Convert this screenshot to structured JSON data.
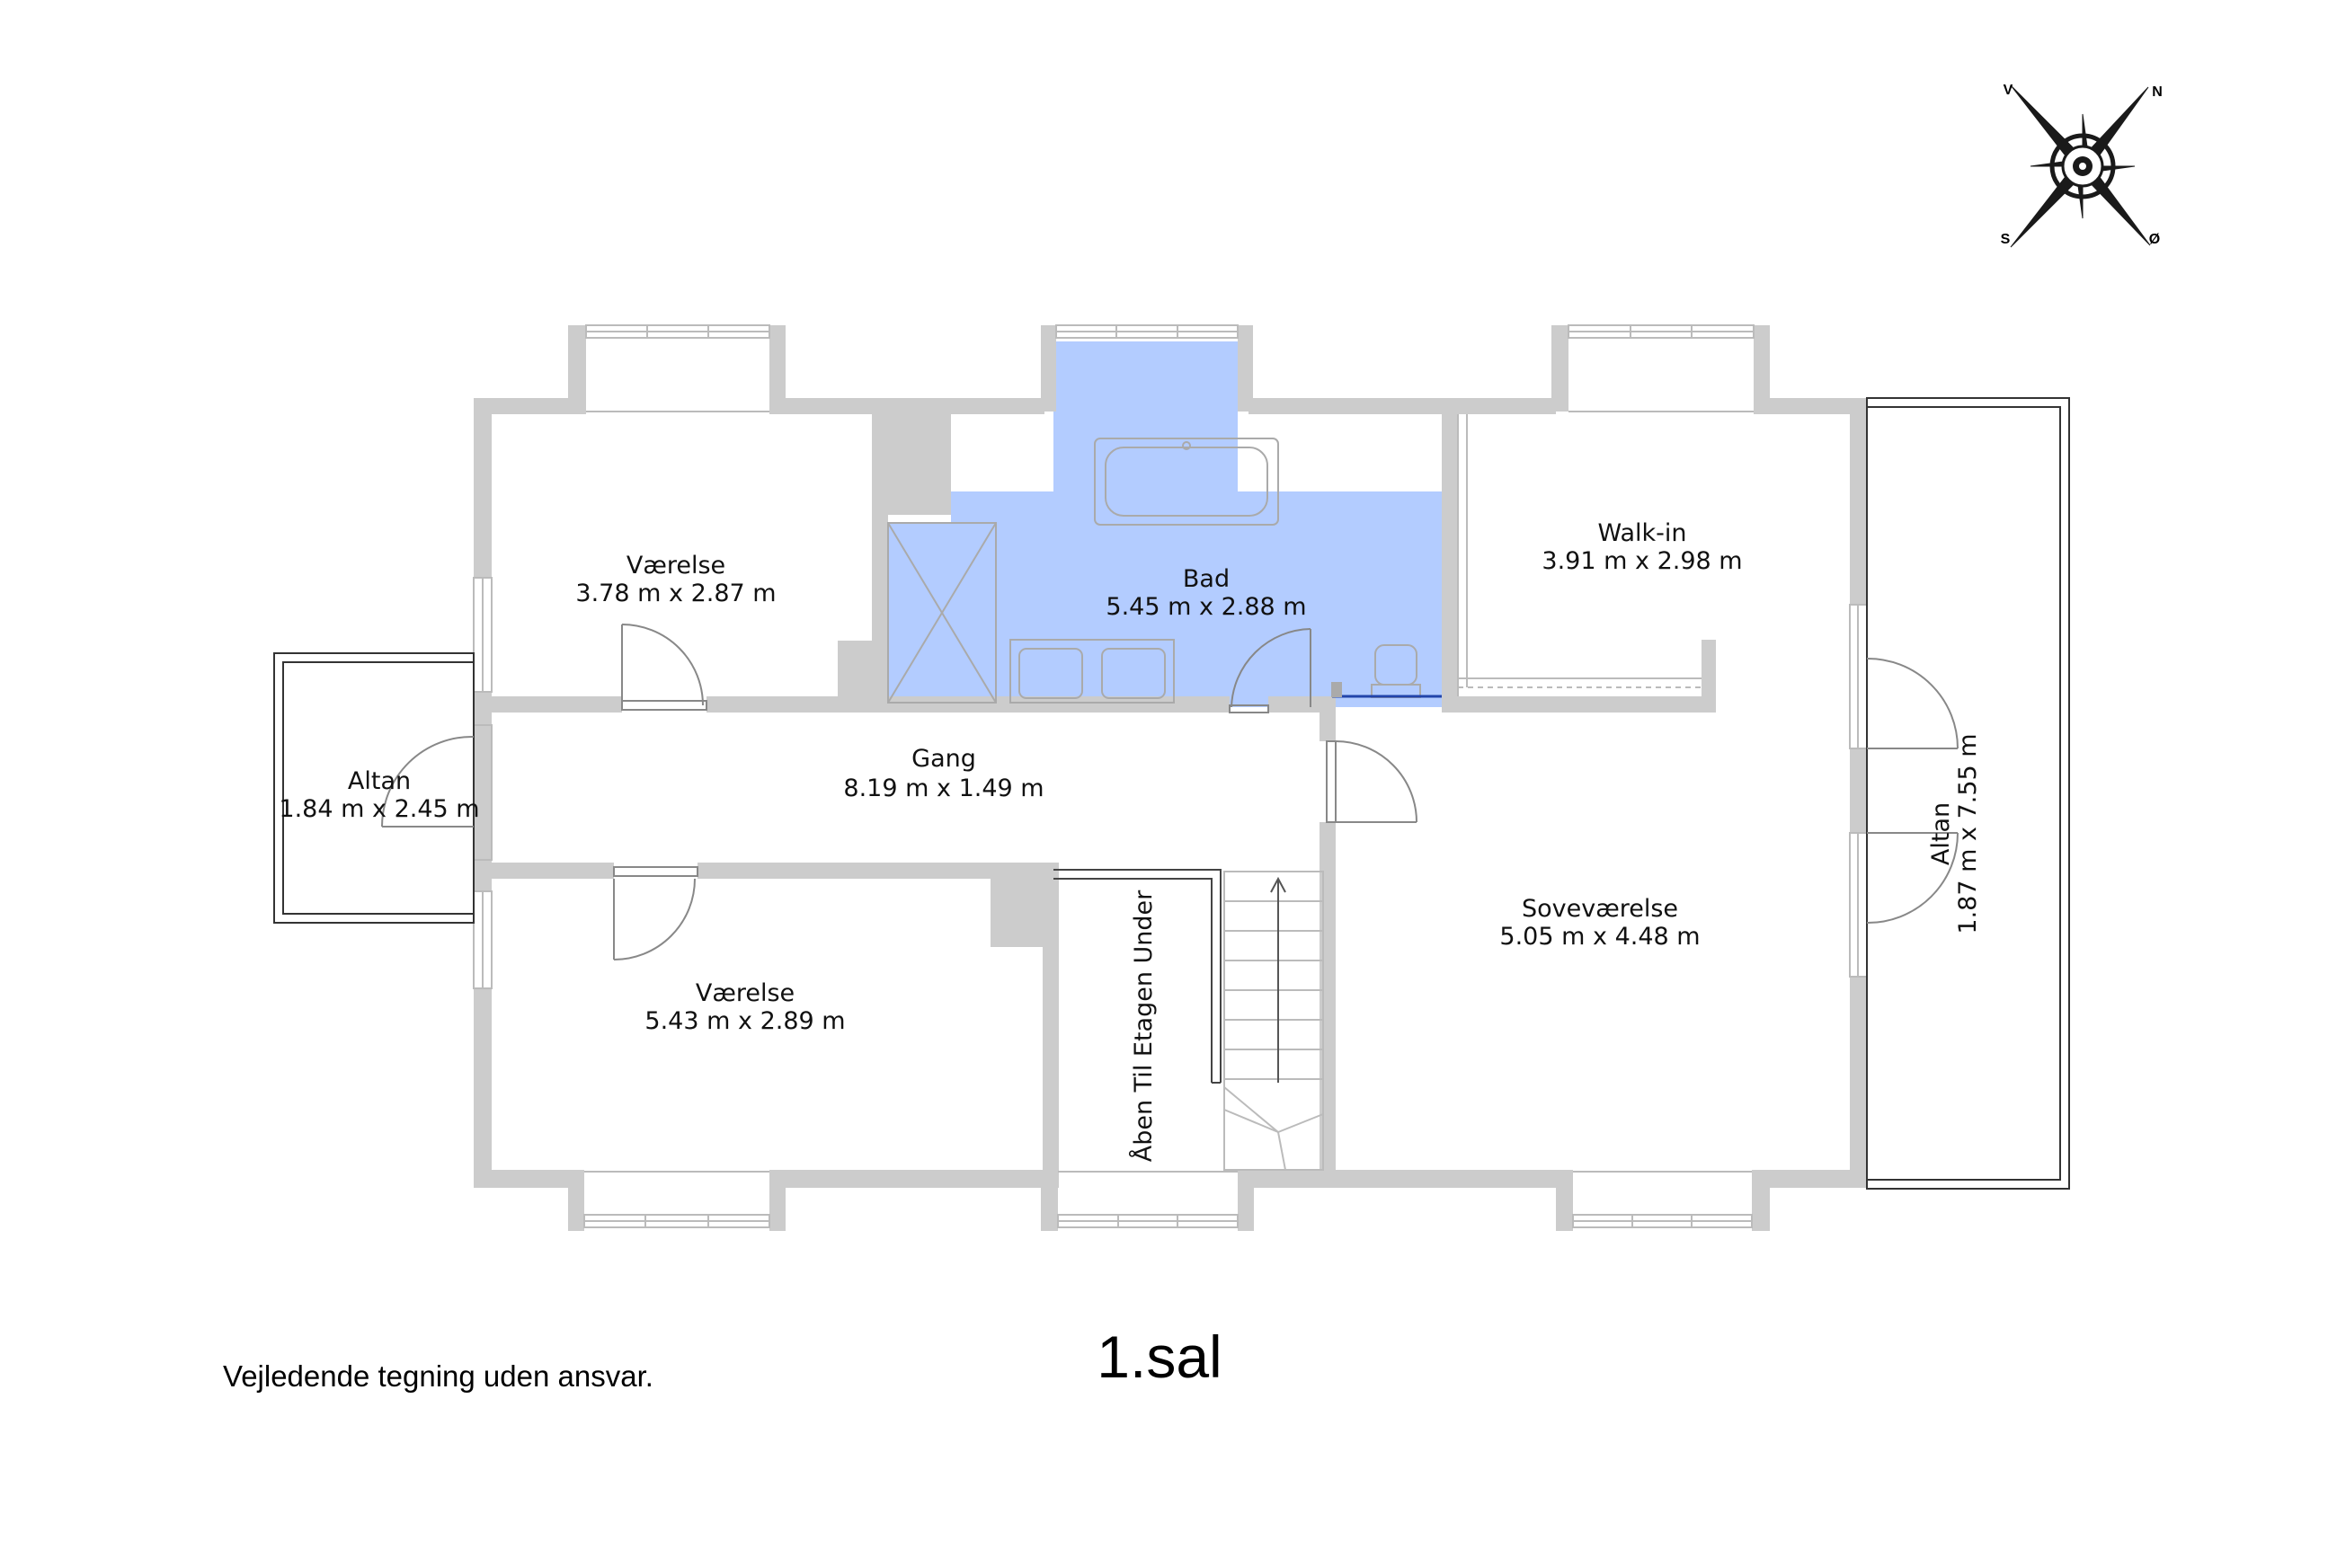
{
  "plan": {
    "title": "1.sal",
    "disclaimer": "Vejledende tegning uden ansvar.",
    "colors": {
      "wall": "#cccccc",
      "bathroom": "#b3ccff",
      "fixture": "#bbbbbb",
      "background": "#ffffff"
    },
    "rooms": [
      {
        "id": "vaerelse-1",
        "name": "Værelse",
        "size": "3.78 m x 2.87 m"
      },
      {
        "id": "bad",
        "name": "Bad",
        "size": "5.45 m x 2.88 m"
      },
      {
        "id": "walk-in",
        "name": "Walk-in",
        "size": "3.91 m x 2.98 m"
      },
      {
        "id": "gang",
        "name": "Gang",
        "size": "8.19 m x 1.49 m"
      },
      {
        "id": "altan-west",
        "name": "Altan",
        "size": "1.84 m x 2.45 m"
      },
      {
        "id": "vaerelse-2",
        "name": "Værelse",
        "size": "5.43 m x 2.89 m"
      },
      {
        "id": "sovevaerelse",
        "name": "Soveværelse",
        "size": "5.05 m x 4.48 m"
      },
      {
        "id": "altan-east",
        "name": "Altan",
        "size": "1.87 m x 7.55 m"
      },
      {
        "id": "stair-opening",
        "name": "Åben Til Etagen Under"
      }
    ],
    "compass": {
      "north": "N",
      "south": "S",
      "east": "Ø",
      "west": "V",
      "icon": "compass-rose-icon"
    }
  }
}
